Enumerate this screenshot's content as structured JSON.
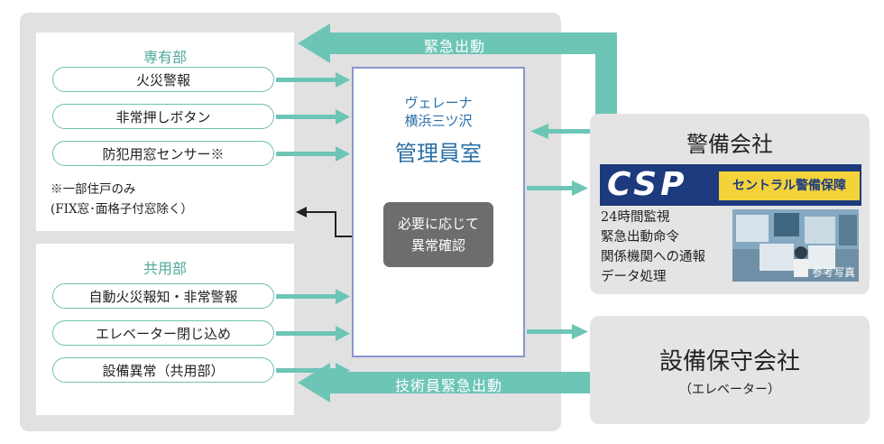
{
  "emergency_label": "緊急出動",
  "tech_emergency_label": "技術員緊急出動",
  "private_section": {
    "title": "専有部",
    "items": [
      "火災警報",
      "非常押しボタン",
      "防犯用窓センサー※"
    ],
    "note_line1": "※一部住戸のみ",
    "note_line2": "(FIX窓･面格子付窓除く）"
  },
  "common_section": {
    "title": "共用部",
    "items": [
      "自動火災報知・非常警報",
      "エレベーター閉じ込め",
      "設備異常（共用部）"
    ]
  },
  "management": {
    "name_line1": "ヴェレーナ",
    "name_line2": "横浜三ツ沢",
    "room": "管理員室",
    "confirm_line1": "必要に応じて",
    "confirm_line2": "異常確認"
  },
  "security_company": {
    "title": "警備会社",
    "logo_text": "CSP",
    "logo_subtext": "セントラル警備保障",
    "services": [
      "24時間監視",
      "緊急出動命令",
      "関係機関への通報",
      "データ処理"
    ],
    "photo_caption": "参考写真"
  },
  "maintenance_company": {
    "title": "設備保守会社",
    "subtitle": "（エレベーター）"
  },
  "colors": {
    "teal": "#6dc5b6",
    "teal_text": "#4fa99b",
    "navy": "#1d3a7e",
    "blue_text": "#2a6fa8"
  }
}
